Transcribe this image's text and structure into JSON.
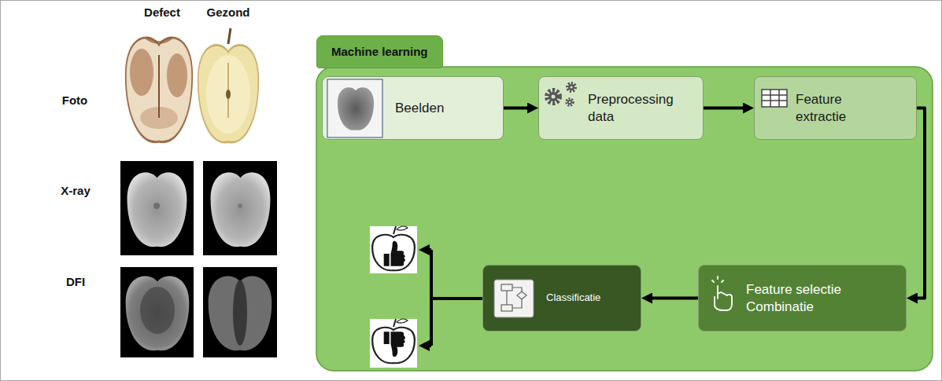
{
  "diagram": {
    "nodes": [
      {
        "text": [
          "Machine learning"
        ]
      },
      {
        "text": [
          "Beelden"
        ],
        "in": 0
      },
      {
        "text": [
          "Preprocessing data"
        ],
        "in": 0
      },
      {
        "text": [
          "Feature extractie"
        ],
        "in": 0
      },
      {
        "text": [
          "Feature selectie Combinatie"
        ],
        "in": 0
      },
      {
        "text": [
          "Classificatie"
        ],
        "in": 0
      }
    ],
    "edges": [
      {
        "from": 1,
        "to": 2,
        "arrow": "to"
      },
      {
        "from": 2,
        "to": 3,
        "arrow": "to"
      },
      {
        "from": 3,
        "to": 4,
        "arrow": "to"
      },
      {
        "from": 4,
        "to": 5,
        "arrow": "to"
      }
    ],
    "labels": [
      "Defect",
      "Gezond",
      "Foto",
      "X-ray",
      "DFI"
    ]
  }
}
